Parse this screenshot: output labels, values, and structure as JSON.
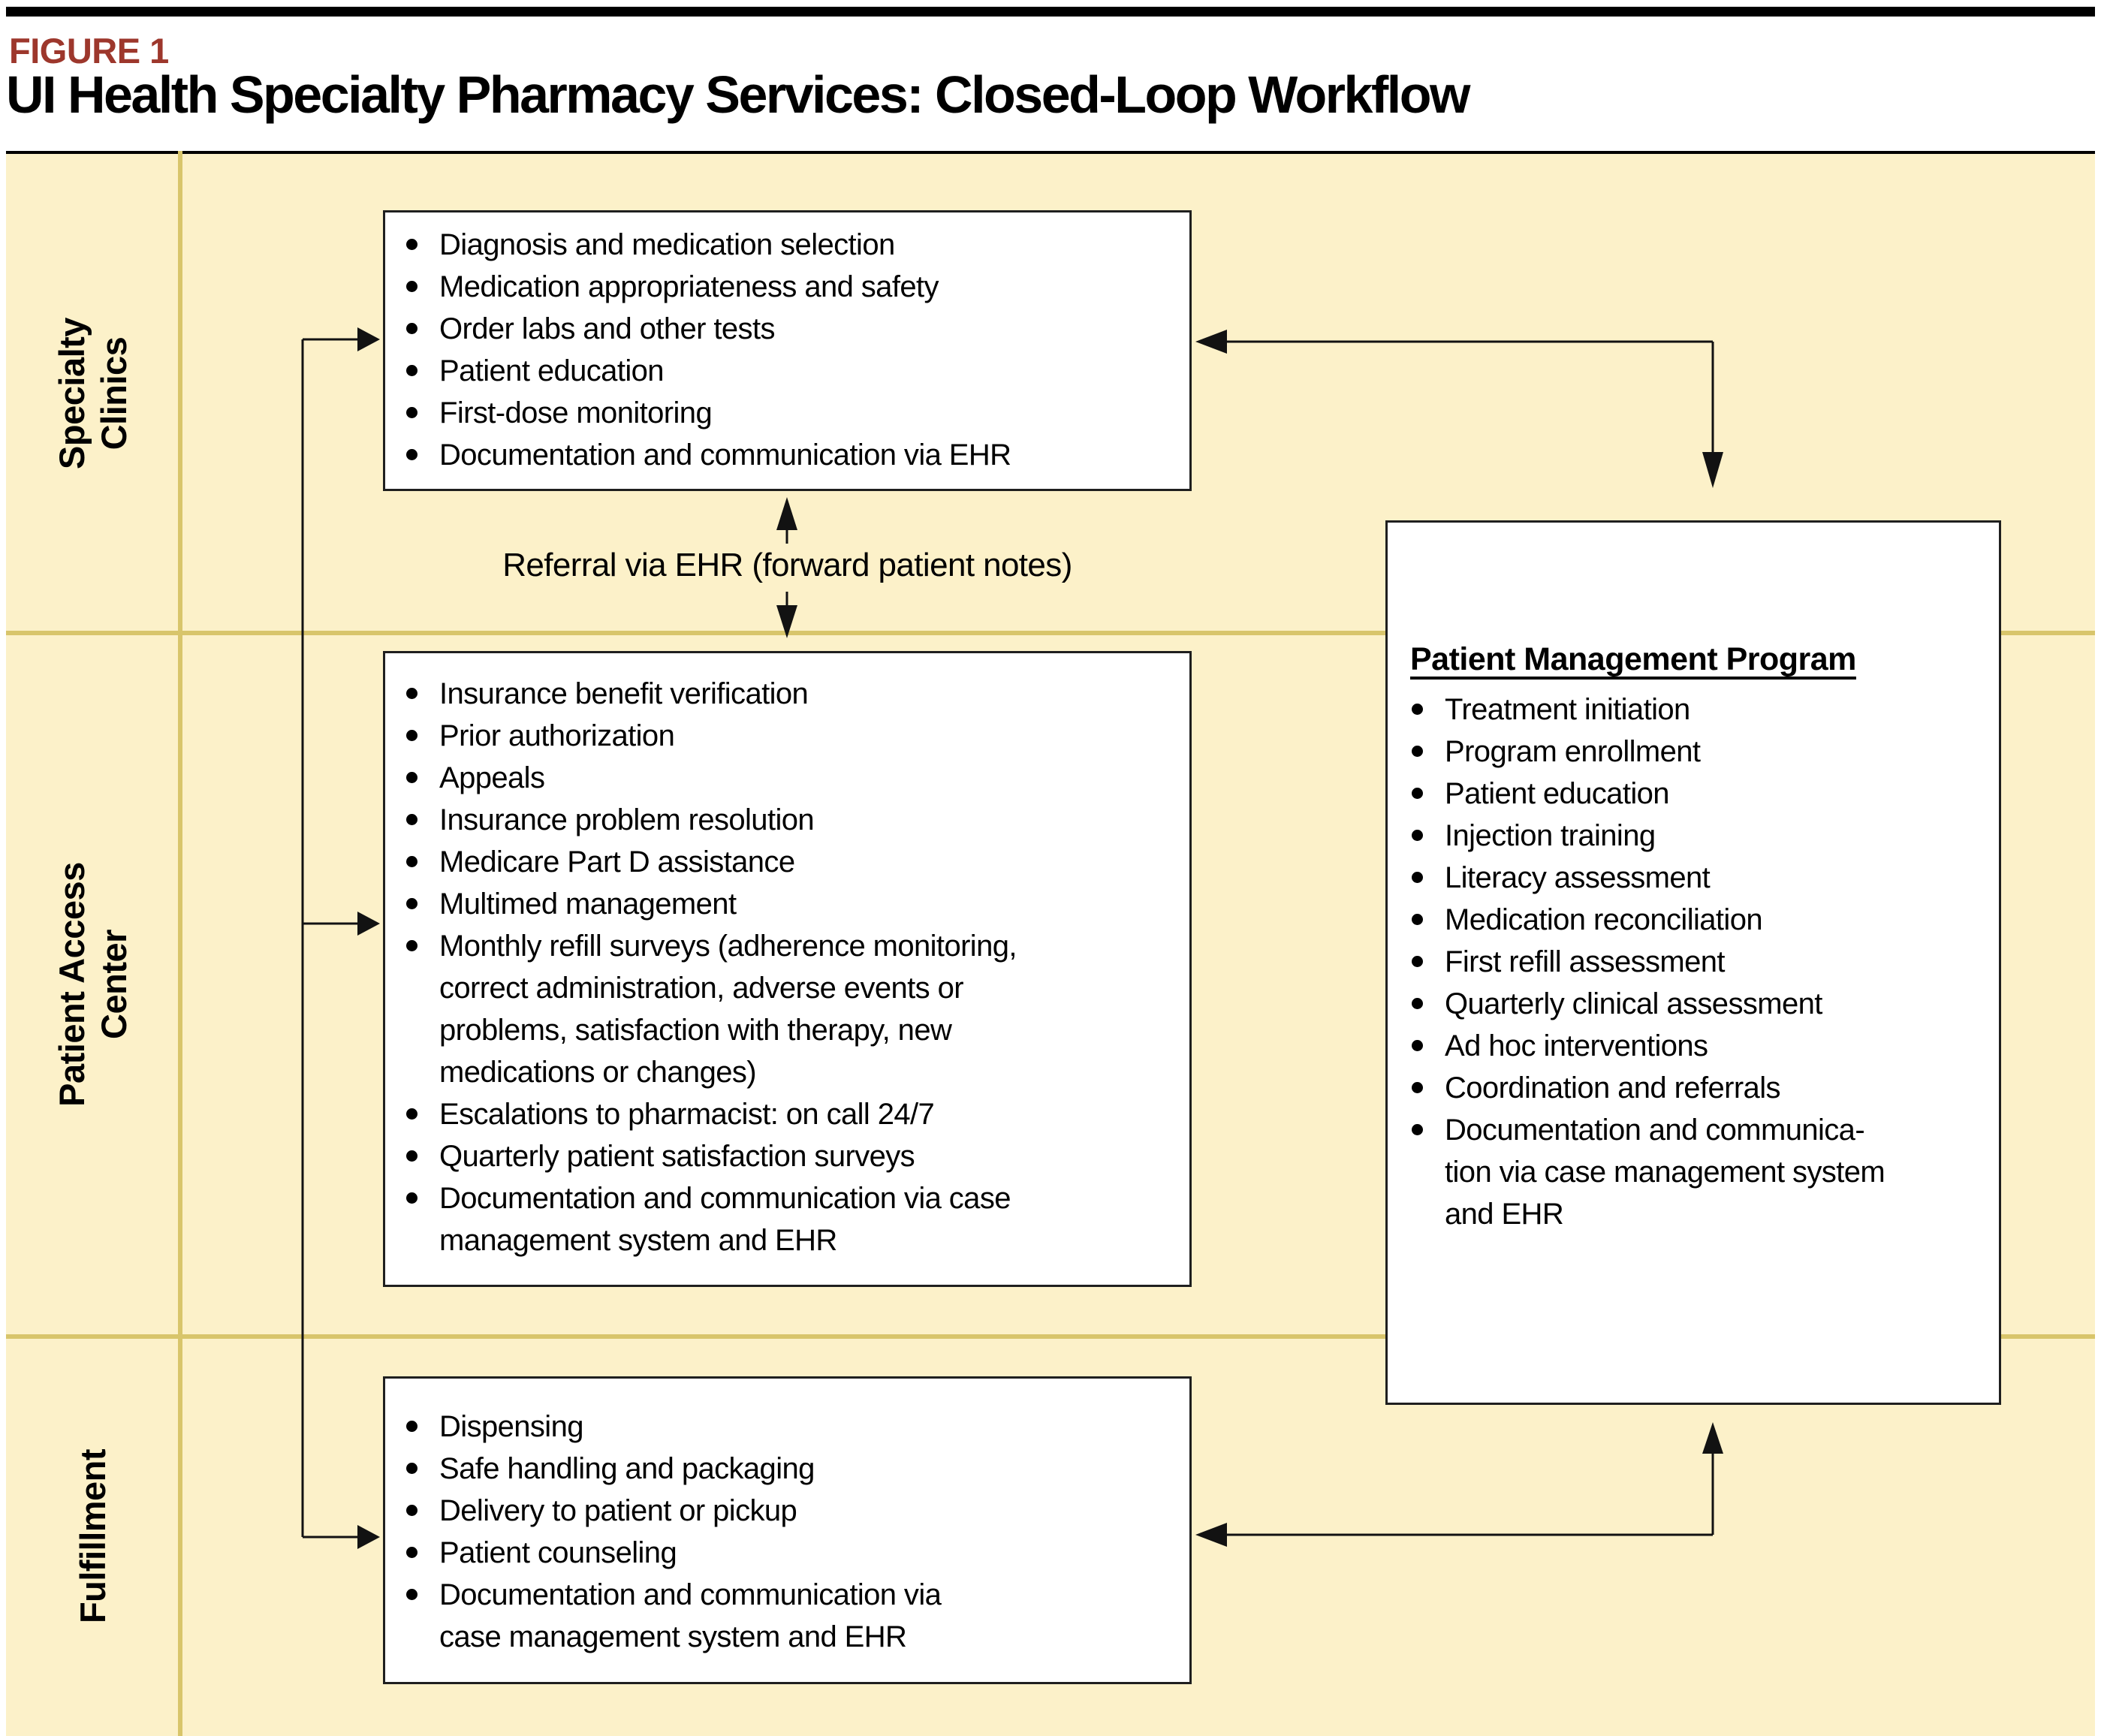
{
  "figure": {
    "label": "FIGURE 1",
    "title": "UI Health Specialty Pharmacy Services: Closed-Loop Workflow"
  },
  "colors": {
    "background": "#FCF1C9",
    "divider": "#D8C56B",
    "figure_label": "#9D372C",
    "box_border": "#1F1F1F",
    "arrow": "#121212",
    "text": "#000000"
  },
  "rows": [
    {
      "label": "Specialty\nClinics"
    },
    {
      "label": "Patient Access\nCenter"
    },
    {
      "label": "Fulfillment"
    }
  ],
  "boxes": {
    "specialty_clinics": {
      "items": [
        "Diagnosis and medication selection",
        "Medication appropriateness and safety",
        "Order labs and other tests",
        "Patient education",
        "First-dose monitoring",
        "Documentation and communication via EHR"
      ]
    },
    "patient_access": {
      "items": [
        "Insurance benefit verification",
        "Prior authorization",
        "Appeals",
        "Insurance problem resolution",
        "Medicare Part D assistance",
        "Multimed management",
        "Monthly refill surveys (adherence monitoring,\ncorrect administration, adverse events or\nproblems, satisfaction with therapy, new\nmedications or changes)",
        "Escalations to pharmacist: on call 24/7",
        "Quarterly patient satisfaction surveys",
        "Documentation and communication via case\nmanagement system and EHR"
      ]
    },
    "fulfillment": {
      "items": [
        "Dispensing",
        "Safe handling and packaging",
        "Delivery to patient or pickup",
        "Patient counseling",
        "Documentation and communication via\ncase management system and EHR"
      ]
    },
    "patient_management": {
      "heading": "Patient Management Program",
      "items": [
        "Treatment initiation",
        "Program enrollment",
        "Patient education",
        "Injection training",
        "Literacy assessment",
        "Medication reconciliation",
        "First refill assessment",
        "Quarterly clinical assessment",
        "Ad hoc interventions",
        "Coordination and referrals",
        "Documentation and communica-\ntion via case management system\nand EHR"
      ]
    }
  },
  "annotations": {
    "referral": "Referral via EHR (forward patient notes)"
  }
}
